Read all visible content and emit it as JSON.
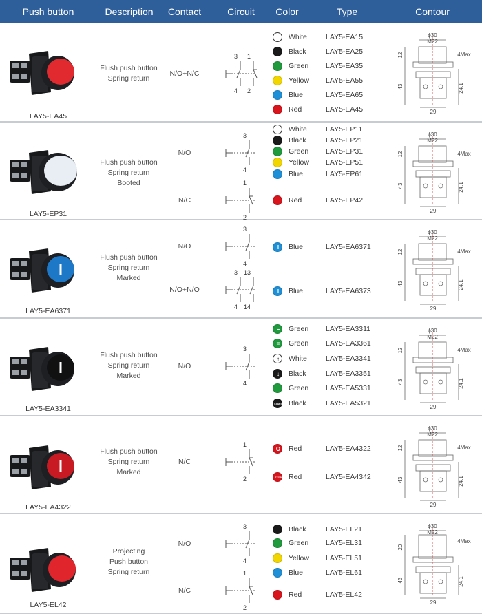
{
  "header": {
    "bg": "#2f5f9a",
    "columns": [
      "Push button",
      "Description",
      "Contact",
      "Circuit",
      "Color",
      "Type",
      "Contour"
    ]
  },
  "contour_dims": {
    "d1": "ϕ30",
    "d2": "M22",
    "h1": "12",
    "h2": "43",
    "w": "29",
    "m": "4Max",
    "h3": "24.1"
  },
  "sections": [
    {
      "product": {
        "name": "LAY5-EA45",
        "cap_color": "#e02a30",
        "style": "flush"
      },
      "description": [
        "Flush push button",
        "Spring return"
      ],
      "groups": [
        {
          "contact": "N/O+N/C",
          "circuit": "NO+NC",
          "terminals": [
            "3",
            "1",
            "4",
            "2"
          ],
          "items": [
            {
              "color": "White",
              "hex": "#ffffff",
              "type": "LAY5-EA15"
            },
            {
              "color": "Black",
              "hex": "#1a1a1a",
              "type": "LAY5-EA25"
            },
            {
              "color": "Green",
              "hex": "#1f9a3c",
              "type": "LAY5-EA35"
            },
            {
              "color": "Yellow",
              "hex": "#f2d600",
              "type": "LAY5-EA55"
            },
            {
              "color": "Blue",
              "hex": "#1e90d8",
              "type": "LAY5-EA65"
            },
            {
              "color": "Red",
              "hex": "#d8141c",
              "type": "LAY5-EA45"
            }
          ]
        }
      ]
    },
    {
      "product": {
        "name": "LAY5-EP31",
        "cap_color": "#e8eef3",
        "style": "booted"
      },
      "description": [
        "Flush push button",
        "Spring return",
        "Booted"
      ],
      "groups": [
        {
          "contact": "N/O",
          "circuit": "NO",
          "terminals": [
            "3",
            "4"
          ],
          "items": [
            {
              "color": "White",
              "hex": "#ffffff",
              "type": "LAY5-EP11"
            },
            {
              "color": "Black",
              "hex": "#1a1a1a",
              "type": "LAY5-EP21"
            },
            {
              "color": "Green",
              "hex": "#1f9a3c",
              "type": "LAY5-EP31"
            },
            {
              "color": "Yellow",
              "hex": "#f2d600",
              "type": "LAY5-EP51"
            },
            {
              "color": "Blue",
              "hex": "#1e90d8",
              "type": "LAY5-EP61"
            }
          ]
        },
        {
          "contact": "N/C",
          "circuit": "NC",
          "terminals": [
            "1",
            "2"
          ],
          "items": [
            {
              "color": "Red",
              "hex": "#d8141c",
              "type": "LAY5-EP42"
            }
          ]
        }
      ]
    },
    {
      "product": {
        "name": "LAY5-EA6371",
        "cap_color": "#1e78c8",
        "style": "marked"
      },
      "description": [
        "Flush push button",
        "Spring return",
        "Marked"
      ],
      "groups": [
        {
          "contact": "N/O",
          "circuit": "NO",
          "terminals": [
            "3",
            "4"
          ],
          "items": [
            {
              "color": "Blue",
              "hex": "#1e90d8",
              "type": "LAY5-EA6371",
              "sym": "I"
            }
          ]
        },
        {
          "contact": "N/O+N/O",
          "circuit": "NO+NO",
          "terminals": [
            "3",
            "13",
            "4",
            "14"
          ],
          "items": [
            {
              "color": "Blue",
              "hex": "#1e90d8",
              "type": "LAY5-EA6373",
              "sym": "I"
            }
          ]
        }
      ]
    },
    {
      "product": {
        "name": "LAY5-EA3341",
        "cap_color": "#111111",
        "style": "marked"
      },
      "description": [
        "Flush push button",
        "Spring return",
        "Marked"
      ],
      "groups": [
        {
          "contact": "N/O",
          "circuit": "NO",
          "terminals": [
            "3",
            "4"
          ],
          "items": [
            {
              "color": "Green",
              "hex": "#1f9a3c",
              "type": "LAY5-EA3311",
              "sym": "−"
            },
            {
              "color": "Green",
              "hex": "#1f9a3c",
              "type": "LAY5-EA3361",
              "sym": "="
            },
            {
              "color": "White",
              "hex": "#ffffff",
              "type": "LAY5-EA3341",
              "sym": "↑"
            },
            {
              "color": "Black",
              "hex": "#1a1a1a",
              "type": "LAY5-EA3351",
              "sym": "↓"
            },
            {
              "color": "Green",
              "hex": "#1f9a3c",
              "type": "LAY5-EA5331"
            },
            {
              "color": "Black",
              "hex": "#1a1a1a",
              "type": "LAY5-EA5321",
              "sym": "START"
            }
          ]
        }
      ]
    },
    {
      "product": {
        "name": "LAY5-EA4322",
        "cap_color": "#c81a22",
        "style": "marked"
      },
      "description": [
        "Flush push button",
        "Spring return",
        "Marked"
      ],
      "groups": [
        {
          "contact": "N/C",
          "circuit": "NC",
          "terminals": [
            "1",
            "2"
          ],
          "items": [
            {
              "color": "Red",
              "hex": "#d8141c",
              "type": "LAY5-EA4322",
              "sym": "O"
            },
            {
              "color": "Red",
              "hex": "#d8141c",
              "type": "LAY5-EA4342",
              "sym": "STOP"
            }
          ]
        }
      ]
    },
    {
      "product": {
        "name": "LAY5-EL42",
        "cap_color": "#e0262c",
        "style": "projecting"
      },
      "description": [
        "Projecting",
        "Push button",
        "Spring return"
      ],
      "groups": [
        {
          "contact": "N/O",
          "circuit": "NO",
          "terminals": [
            "3",
            "4"
          ],
          "items": [
            {
              "color": "Black",
              "hex": "#1a1a1a",
              "type": "LAY5-EL21"
            },
            {
              "color": "Green",
              "hex": "#1f9a3c",
              "type": "LAY5-EL31"
            },
            {
              "color": "Yellow",
              "hex": "#f2d600",
              "type": "LAY5-EL51"
            },
            {
              "color": "Blue",
              "hex": "#1e90d8",
              "type": "LAY5-EL61"
            }
          ]
        },
        {
          "contact": "N/C",
          "circuit": "NC",
          "terminals": [
            "1",
            "2"
          ],
          "items": [
            {
              "color": "Red",
              "hex": "#d8141c",
              "type": "LAY5-EL42"
            }
          ]
        }
      ]
    }
  ]
}
